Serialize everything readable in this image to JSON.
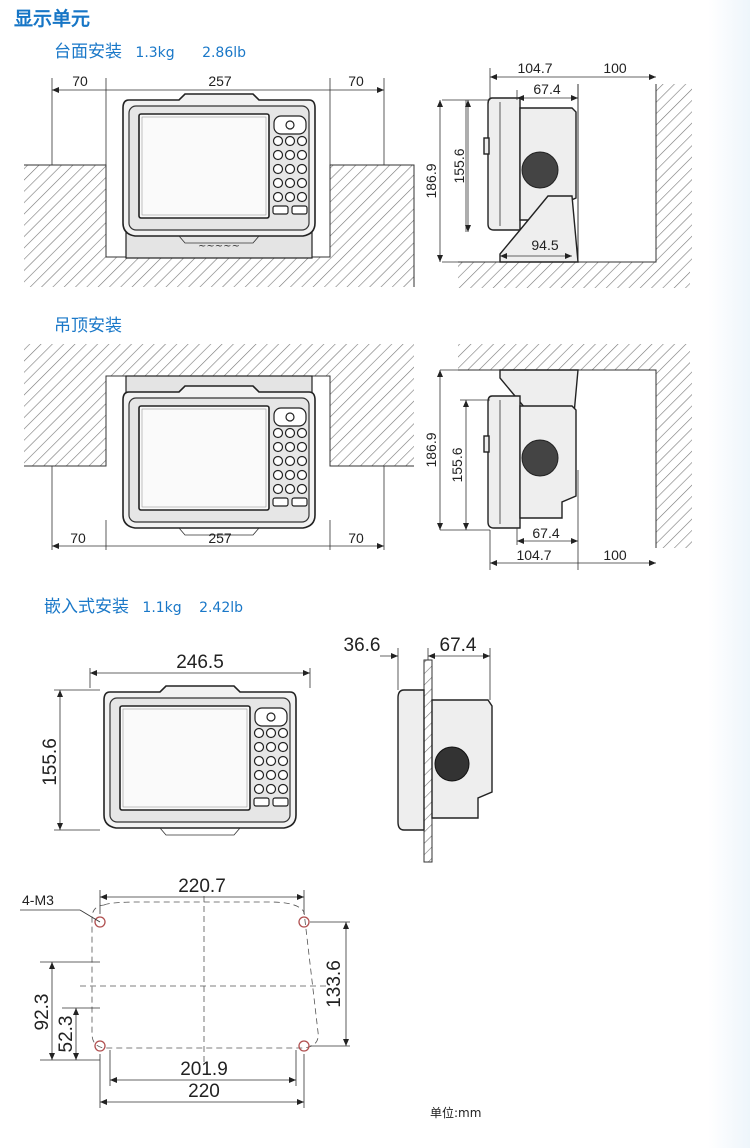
{
  "title": "显示单元",
  "sections": {
    "desk": {
      "label": "台面安装",
      "weight_kg": "1.3kg",
      "weight_lb": "2.86lb"
    },
    "ceiling": {
      "label": "吊顶安装"
    },
    "flush": {
      "label": "嵌入式安装",
      "weight_kg": "1.1kg",
      "weight_lb": "2.42lb"
    }
  },
  "dims": {
    "desk_front": {
      "left_gap": "70",
      "width": "257",
      "right_gap": "70"
    },
    "desk_side": {
      "depth_total": "104.7",
      "clearance": "100",
      "depth_unit": "67.4",
      "height_total": "186.9",
      "height_unit": "155.6",
      "bracket": "94.5"
    },
    "ceiling_front": {
      "left_gap": "70",
      "width": "257",
      "right_gap": "70"
    },
    "ceiling_side": {
      "height_total": "186.9",
      "height_unit": "155.6",
      "depth_unit": "67.4",
      "depth_total": "104.7",
      "clearance": "100"
    },
    "flush_front": {
      "width": "246.5",
      "height": "155.6"
    },
    "flush_side": {
      "front_depth": "36.6",
      "rear_depth": "67.4"
    },
    "cutout": {
      "screw": "4-M3",
      "hole_spacing_w": "220.7",
      "height": "133.6",
      "height_outer": "92.3",
      "height_inner": "52.3",
      "inner_w": "201.9",
      "outer_w": "220"
    }
  },
  "unit_note": "单位:mm",
  "icons": [
    "keypad-icon",
    "screen-icon",
    "speaker-icon",
    "wall-hatch-icon",
    "screw-hole-icon"
  ]
}
